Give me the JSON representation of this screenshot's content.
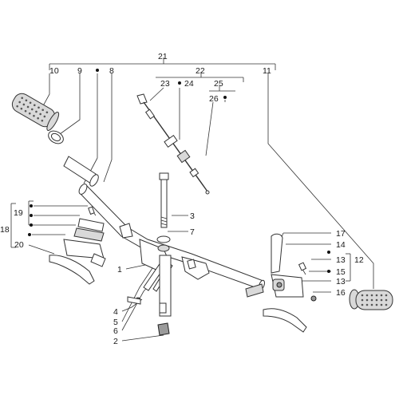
{
  "diagram": {
    "callouts": {
      "c21": "21",
      "c10": "10",
      "c9": "9",
      "c8": "8",
      "c22": "22",
      "c11": "11",
      "c23": "23",
      "c24": "24",
      "c25": "25",
      "c26": "26",
      "c19": "19",
      "c18": "18",
      "c20": "20",
      "c3": "3",
      "c7": "7",
      "c1": "1",
      "c4": "4",
      "c5": "5",
      "c6": "6",
      "c2": "2",
      "c17": "17",
      "c14": "14",
      "c13a": "13",
      "c12": "12",
      "c15": "15",
      "c13b": "13",
      "c16": "16"
    }
  }
}
